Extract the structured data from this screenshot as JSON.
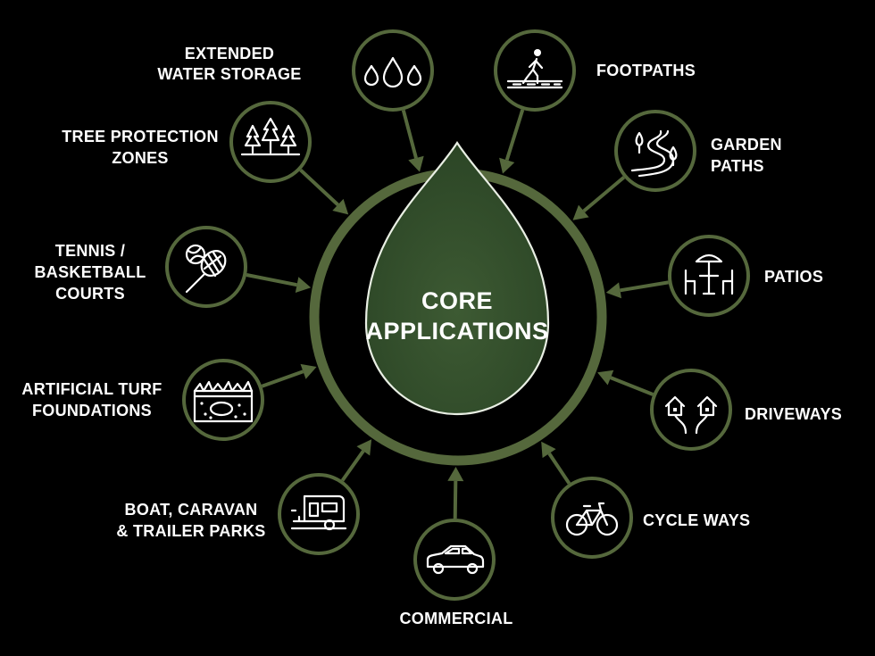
{
  "center": {
    "lines": [
      "CORE",
      "APPLICATIONS"
    ]
  },
  "colors": {
    "accent": "#55683c",
    "drop_fill": "#35502e",
    "background": "#000000",
    "text": "#ffffff"
  },
  "nodes": [
    {
      "id": "extended-water-storage",
      "icon": "water-drops-icon",
      "lines": [
        "EXTENDED",
        "WATER STORAGE"
      ]
    },
    {
      "id": "footpaths",
      "icon": "walking-person-icon",
      "lines": [
        "FOOTPATHS"
      ]
    },
    {
      "id": "garden-paths",
      "icon": "winding-path-trees-icon",
      "lines": [
        "GARDEN",
        "PATHS"
      ]
    },
    {
      "id": "patios",
      "icon": "patio-table-umbrella-icon",
      "lines": [
        "PATIOS"
      ]
    },
    {
      "id": "driveways",
      "icon": "houses-driveway-icon",
      "lines": [
        "DRIVEWAYS"
      ]
    },
    {
      "id": "cycle-ways",
      "icon": "bicycle-icon",
      "lines": [
        "CYCLE WAYS"
      ]
    },
    {
      "id": "commercial",
      "icon": "car-icon",
      "lines": [
        "COMMERCIAL"
      ]
    },
    {
      "id": "boat-caravan-trailer-parks",
      "icon": "caravan-icon",
      "lines": [
        "BOAT, CARAVAN",
        "& TRAILER PARKS"
      ]
    },
    {
      "id": "artificial-turf-foundations",
      "icon": "turf-layers-icon",
      "lines": [
        "ARTIFICIAL TURF",
        "FOUNDATIONS"
      ]
    },
    {
      "id": "tennis-basketball-courts",
      "icon": "tennis-racket-ball-icon",
      "lines": [
        "TENNIS /",
        "BASKETBALL",
        "COURTS"
      ]
    },
    {
      "id": "tree-protection-zones",
      "icon": "pine-trees-icon",
      "lines": [
        "TREE PROTECTION",
        "ZONES"
      ]
    }
  ]
}
